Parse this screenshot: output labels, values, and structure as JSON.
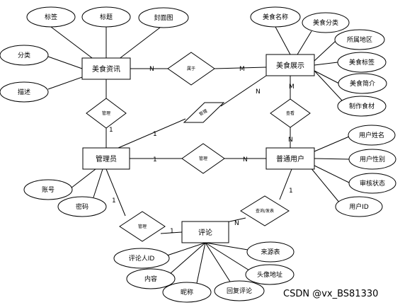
{
  "entities": {
    "meishi_zixun": "美食资讯",
    "meishi_zhanshi": "美食展示",
    "guanliyuan": "管理员",
    "putong_yonghu": "普通用户",
    "pinglun": "评论"
  },
  "attributes": {
    "biaoqian": "标签",
    "biaoti": "标题",
    "fengmiantu": "封面图",
    "fenlei": "分类",
    "miaoshu": "描述",
    "meishi_mingcheng": "美食名称",
    "meishi_fenlei": "美食分类",
    "suoshu_diqu": "所属地区",
    "meishi_biaoqian": "美食标签",
    "meishi_jianjie": "美食简介",
    "zhizuo_shicai": "制作食材",
    "yonghu_xingming": "用户姓名",
    "yonghu_xingbie": "用户性别",
    "shenhe_zhuangtai": "审核状态",
    "yonghu_id": "用户ID",
    "zhanghao": "账号",
    "mima": "密码",
    "pinglunren_id": "评论人ID",
    "neirong": "内容",
    "nicheng": "昵称",
    "huifu_pinglun": "回复评论",
    "touxiang_dizhi": "头像地址",
    "laiyuanbiao": "来源表"
  },
  "relationships": {
    "shuyu": "属于",
    "guanli_zixun": "管理",
    "guanli_zhanshi": "管理",
    "guanli_yonghu": "管理",
    "guanli_pinglun": "管理",
    "chakan": "查看",
    "chakan_fabiao": "查询/发表"
  },
  "cardinalities": {
    "zixun_shuyu": "N",
    "shuyu_zhanshi": "M",
    "zixun_guanli": "1",
    "guanli_zhanshi_admin": "1",
    "guanli_zhanshi_show": "N",
    "admin_guanli_user": "1",
    "guanli_user": "N",
    "zhanshi_chakan": "M",
    "chakan_user": "N",
    "admin_guanli_pinglun": "1",
    "guanli_pinglun_comment": "1",
    "user_fabiao": "1",
    "fabiao_pinglun": "N"
  },
  "watermark": "CSDN @vx_BS81330"
}
